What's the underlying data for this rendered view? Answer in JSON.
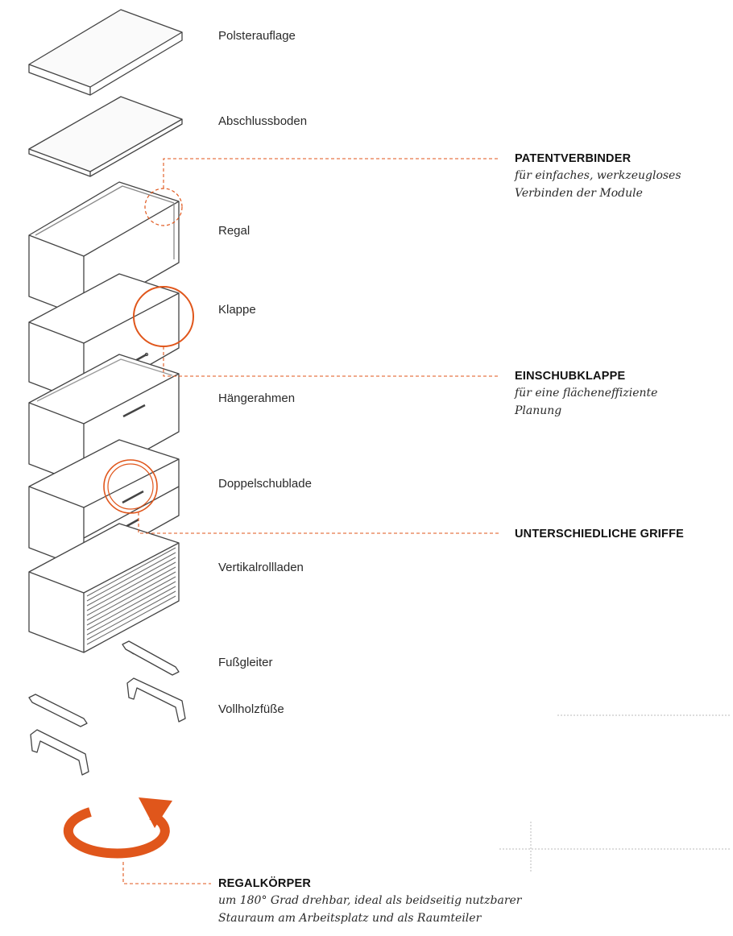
{
  "parts": [
    "Polsterauflage",
    "Abschlussboden",
    "Regal",
    "Klappe",
    "Hängerahmen",
    "Doppelschublade",
    "Vertikalrollladen",
    "Fußgleiter",
    "Vollholzfüße"
  ],
  "callouts": [
    {
      "title": "PATENTVERBINDER",
      "lines": [
        "für einfaches, werkzeugloses",
        "Verbinden der Module"
      ]
    },
    {
      "title": "EINSCHUBKLAPPE",
      "lines": [
        "für eine flächeneffiziente",
        "Planung"
      ]
    },
    {
      "title": "UNTERSCHIEDLICHE GRIFFE",
      "lines": []
    },
    {
      "title": "REGALKÖRPER",
      "lines": [
        "um 180° Grad drehbar, ideal als beidseitig nutzbarer",
        "Stauraum am Arbeitsplatz und als Raumteiler"
      ]
    }
  ],
  "colors": {
    "accent": "#e0561b",
    "line": "#444444"
  },
  "icons": [
    "rotate-180-arrow-icon"
  ]
}
